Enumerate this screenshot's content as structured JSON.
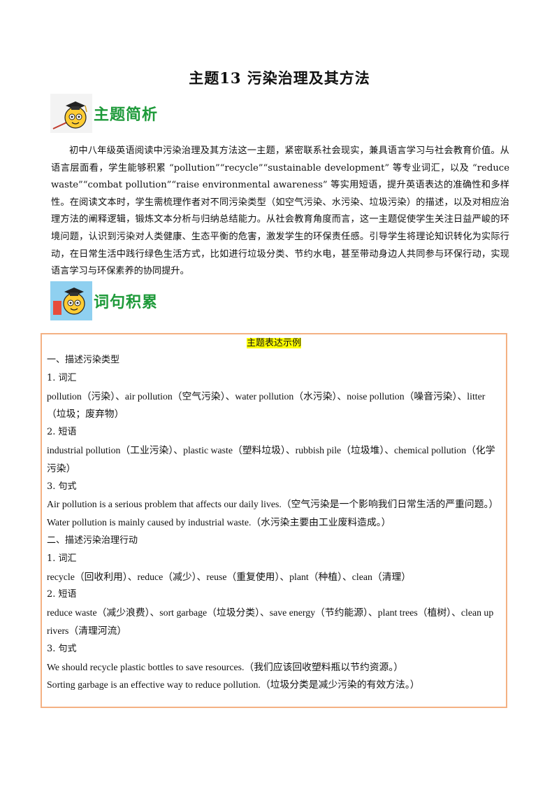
{
  "title": "主题13  污染治理及其方法",
  "sections": {
    "overview": "主题简析",
    "vocab": "词句积累"
  },
  "intro": "初中八年级英语阅读中污染治理及其方法这一主题，紧密联系社会现实，兼具语言学习与社会教育价值。从语言层面看，学生能够积累 “pollution”“recycle”“sustainable development” 等专业词汇，以及 “reduce waste”“combat pollution”“raise environmental awareness” 等实用短语，提升英语表达的准确性和多样性。在阅读文本时，学生需梳理作者对不同污染类型（如空气污染、水污染、垃圾污染）的描述，以及对相应治理方法的阐释逻辑，锻炼文本分析与归纳总结能力。从社会教育角度而言，这一主题促使学生关注日益严峻的环境问题，认识到污染对人类健康、生态平衡的危害，激发学生的环保责任感。引导学生将理论知识转化为实际行动，在日常生活中践行绿色生活方式，比如进行垃圾分类、节约水电，甚至带动身边人共同参与环保行动，实现语言学习与环保素养的协同提升。",
  "box": {
    "title": "主题表达示例",
    "lines": [
      "一、描述污染类型",
      "1. 词汇",
      "pollution（污染）、air pollution（空气污染）、water pollution（水污染）、noise pollution（噪音污染）、litter（垃圾；废弃物）",
      "2. 短语",
      "industrial pollution（工业污染）、plastic waste（塑料垃圾）、rubbish pile（垃圾堆）、chemical pollution（化学污染）",
      "3. 句式",
      "Air pollution is a serious problem that affects our daily lives.（空气污染是一个影响我们日常生活的严重问题。）",
      "Water pollution is mainly caused by industrial waste.（水污染主要由工业废料造成。）",
      "二、描述污染治理行动",
      "1. 词汇",
      "recycle（回收利用）、reduce（减少）、reuse（重复使用）、plant（种植）、clean（清理）",
      "2. 短语",
      "reduce waste（减少浪费）、sort garbage（垃圾分类）、save energy（节约能源）、plant trees（植树）、clean up rivers（清理河流）",
      "3. 句式",
      "We should recycle plastic bottles to save resources.（我们应该回收塑料瓶以节约资源。）",
      "Sorting garbage is an effective way to reduce pollution.（垃圾分类是减少污染的有效方法。）"
    ]
  },
  "colors": {
    "heading_green": "#1e9a3a",
    "box_border": "#f4b183",
    "highlight": "#ffff00"
  }
}
